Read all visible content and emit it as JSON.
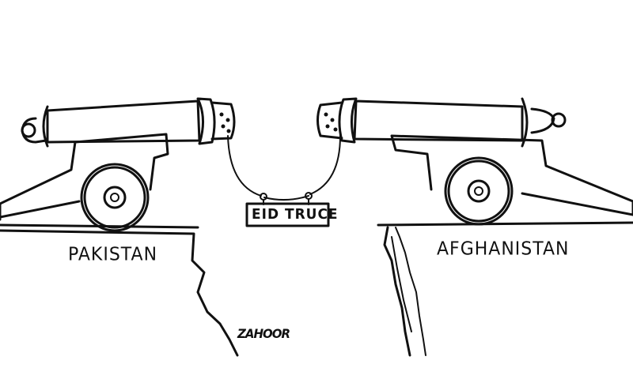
{
  "labels": {
    "left_country": "PAKISTAN",
    "right_country": "AFGHANISTAN",
    "sign": "EID TRUCE",
    "signature": "ZAHOOR"
  },
  "colors": {
    "ink": "#111111",
    "background": "#ffffff"
  }
}
